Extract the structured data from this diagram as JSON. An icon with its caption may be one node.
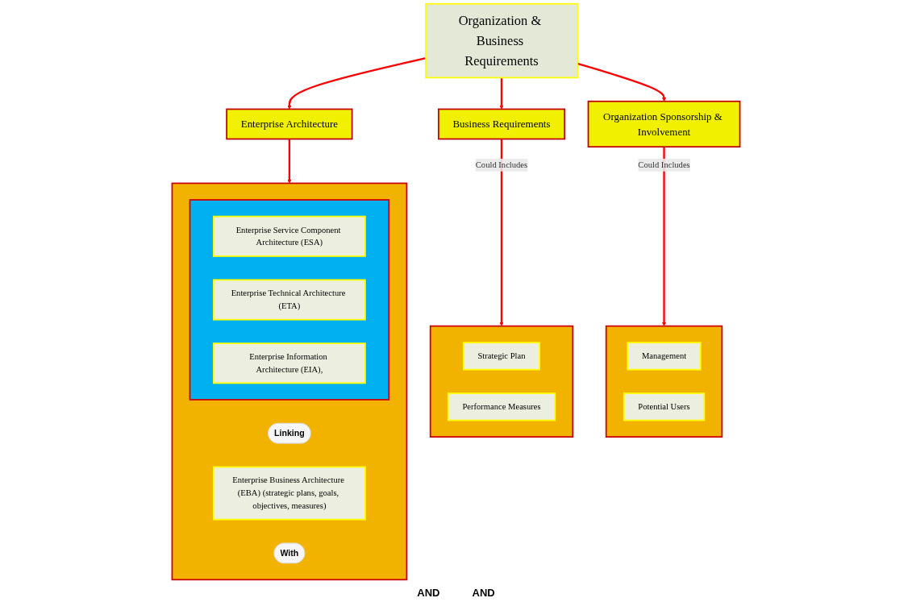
{
  "diagram": {
    "nodes": [
      {
        "text": [
          "Organization & Business Requirements"
        ]
      },
      {
        "text": [
          "Enterprise Architecture"
        ]
      },
      {
        "text": [
          "Business Requirements"
        ]
      },
      {
        "text": [
          "Organization Sponsorship & Involvement"
        ]
      },
      {
        "text": [],
        "shape": "box"
      },
      {
        "text": [
          "Linking"
        ],
        "in": 4
      },
      {
        "text": [
          "Enterprise Business Architecture (EBA) (strategic plans, goals, objectives, measures)"
        ],
        "in": 4
      },
      {
        "text": [
          "With"
        ],
        "in": 4
      },
      {
        "text": [],
        "shape": "box",
        "in": 4
      },
      {
        "text": [
          "Enterprise Service Component Architecture (ESA)"
        ],
        "in": 8
      },
      {
        "text": [
          "Enterprise Technical Architecture (ETA)"
        ],
        "in": 8
      },
      {
        "text": [
          "Enterprise Information Architecture (EIA),"
        ],
        "in": 8
      },
      {
        "text": [],
        "shape": "box"
      },
      {
        "text": [
          "Strategic Plan"
        ],
        "in": 12
      },
      {
        "text": [
          "Performance Measures"
        ],
        "in": 12
      },
      {
        "text": [],
        "shape": "box"
      },
      {
        "text": [
          "Management"
        ],
        "in": 15
      },
      {
        "text": [
          "Potential Users"
        ],
        "in": 15
      }
    ],
    "edges": [
      {
        "from": 0,
        "to": 1,
        "arrow": "to"
      },
      {
        "from": 0,
        "to": 2,
        "arrow": "to"
      },
      {
        "from": 0,
        "to": 3,
        "arrow": "to"
      },
      {
        "from": 1,
        "to": 4,
        "arrow": "to"
      },
      {
        "from": 2,
        "to": 12,
        "arrow": "to",
        "label": "Could Includes"
      },
      {
        "from": 3,
        "to": 15,
        "arrow": "to",
        "label": "Could Includes"
      }
    ],
    "labels": [
      "AND",
      "AND"
    ]
  }
}
